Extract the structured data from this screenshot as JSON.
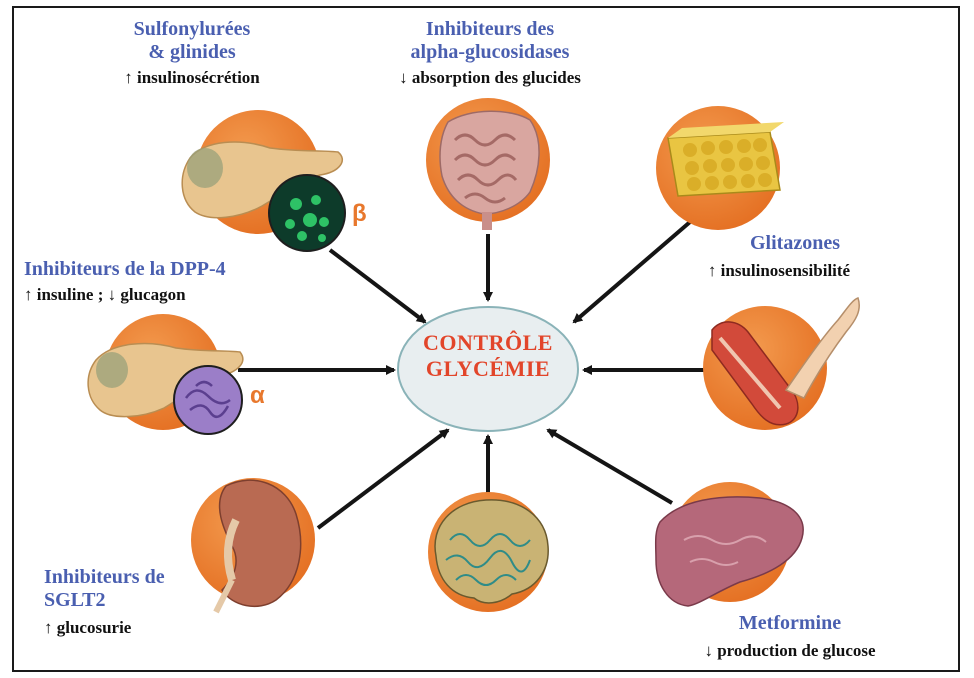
{
  "center": {
    "line1": "CONTRÔLE",
    "line2": "GLYCÉMIE"
  },
  "drugs": {
    "sulfonylurees": {
      "name1": "Sulfonylurées",
      "name2": "& glinides",
      "effect": "↑ insulinosécrétion"
    },
    "alpha_glucosidases": {
      "name1": "Inhibiteurs des",
      "name2": "alpha-glucosidases",
      "effect": "↓ absorption des glucides"
    },
    "glitazones": {
      "name": "Glitazones",
      "effect": "↑ insulinosensibilité"
    },
    "dpp4": {
      "name": "Inhibiteurs de la DPP-4",
      "effect": "↑ insuline ; ↓ glucagon"
    },
    "sglt2": {
      "name1": "Inhibiteurs de",
      "name2": "SGLT2",
      "effect": "↑ glucosurie"
    },
    "metformine": {
      "name": "Metformine",
      "effect": "↓ production de glucose"
    }
  },
  "cell_labels": {
    "beta": "β",
    "alpha": "α"
  },
  "colors": {
    "accent_orange": "#e8782d",
    "title_blue": "#4a5fb0",
    "center_red": "#e2452a",
    "ellipse_fill": "#e8eef0"
  },
  "icons": [
    "pancreas-beta-icon",
    "intestine-icon",
    "adipose-tissue-icon",
    "pancreas-alpha-icon",
    "muscle-arm-icon",
    "kidney-icon",
    "brain-icon",
    "liver-icon"
  ]
}
